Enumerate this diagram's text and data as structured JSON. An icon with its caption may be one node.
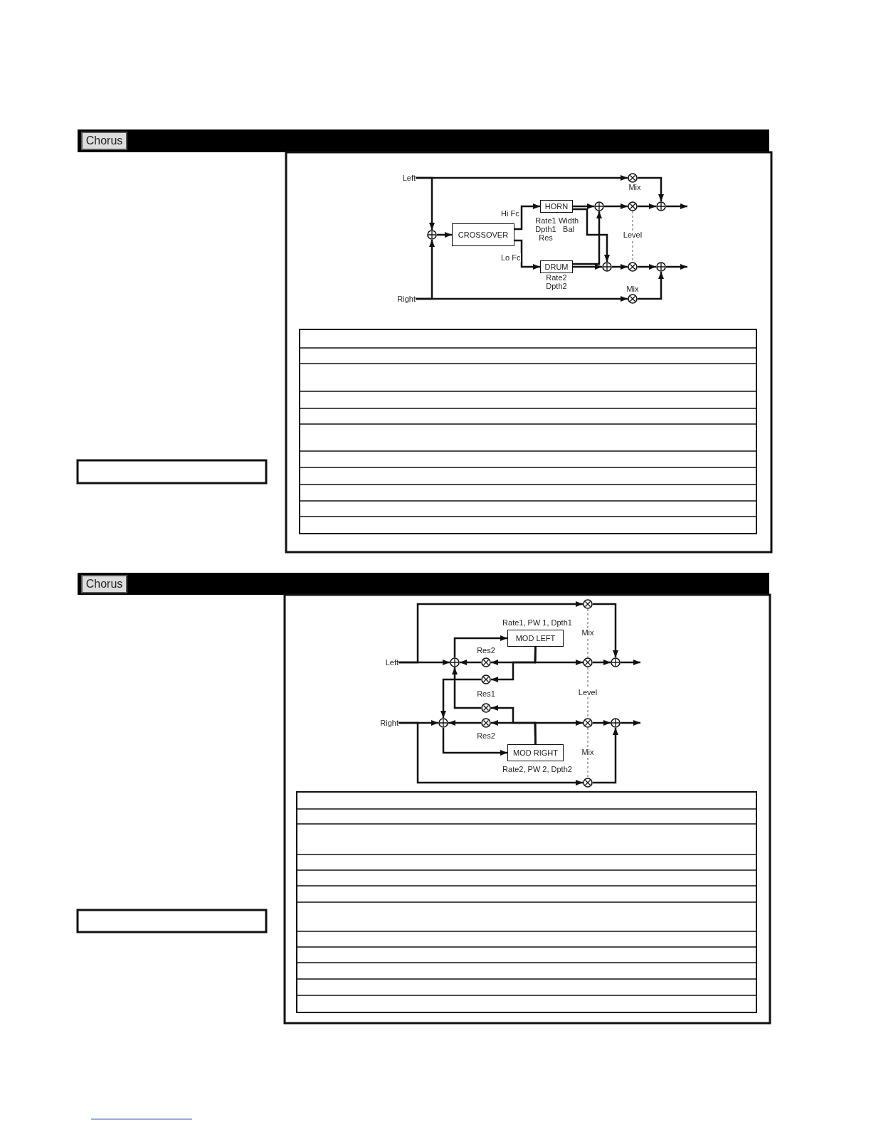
{
  "diagram": {
    "nodes": [
      {
        "text": [
          "Left"
        ]
      },
      {
        "text": [
          "Right"
        ]
      },
      {
        "text": [],
        "shape": "circle"
      },
      {
        "text": [
          "CROSSOVER"
        ]
      },
      {
        "text": [
          "HORN"
        ],
        "beside": [
          "Rate1 Dpth1 Res",
          "Width Bal"
        ]
      },
      {
        "text": [
          "DRUM"
        ],
        "beside": [
          "Rate2 Dpth2"
        ]
      },
      {
        "text": [],
        "shape": "circle"
      },
      {
        "text": [],
        "shape": "circle"
      },
      {
        "text": [],
        "shape": "circle"
      },
      {
        "text": [],
        "shape": "circle"
      },
      {
        "text": [],
        "shape": "circle"
      },
      {
        "text": [],
        "shape": "circle"
      },
      {
        "text": [],
        "shape": "circle"
      },
      {
        "text": [],
        "shape": "circle"
      },
      {
        "text": [
          "Left"
        ]
      },
      {
        "text": [
          "Right"
        ]
      },
      {
        "text": [],
        "shape": "circle"
      },
      {
        "text": [],
        "shape": "circle"
      },
      {
        "text": [
          "MOD LEFT"
        ],
        "beside": [
          "Rate1, PW 1, Dpth1"
        ]
      },
      {
        "text": [],
        "shape": "circle",
        "beside": [
          "Res2"
        ]
      },
      {
        "text": [],
        "shape": "circle"
      },
      {
        "text": [],
        "shape": "circle"
      },
      {
        "text": [],
        "shape": "circle"
      },
      {
        "text": [],
        "shape": "circle",
        "beside": [
          "Res2"
        ]
      },
      {
        "text": [
          "MOD RIGHT"
        ],
        "beside": [
          "Rate2, PW 2, Dpth2"
        ]
      },
      {
        "text": [],
        "shape": "circle"
      },
      {
        "text": [],
        "shape": "circle"
      },
      {
        "text": [],
        "shape": "circle"
      },
      {
        "text": [],
        "shape": "circle"
      },
      {
        "text": [],
        "shape": "circle"
      }
    ],
    "edges": [
      {
        "from": 0,
        "to": 6,
        "arrow": "to"
      },
      {
        "from": 0,
        "to": 2,
        "arrow": "to"
      },
      {
        "from": 1,
        "to": 13,
        "arrow": "to"
      },
      {
        "from": 1,
        "to": 2,
        "arrow": "to"
      },
      {
        "from": 2,
        "to": 3,
        "arrow": "to"
      },
      {
        "from": 3,
        "to": 4,
        "arrow": "to",
        "label": "Hi Fc"
      },
      {
        "from": 3,
        "to": 5,
        "arrow": "to",
        "label": "Lo Fc"
      },
      {
        "from": 4,
        "to": 7,
        "arrow": "to"
      },
      {
        "from": 4,
        "to": 10,
        "arrow": "to"
      },
      {
        "from": 5,
        "to": 10,
        "arrow": "to"
      },
      {
        "from": 5,
        "to": 7,
        "arrow": "to"
      },
      {
        "from": 7,
        "to": 8,
        "arrow": "to"
      },
      {
        "from": 8,
        "to": 9,
        "arrow": "to"
      },
      {
        "from": 6,
        "to": 9,
        "arrow": "to"
      },
      {
        "from": 9,
        "to": null,
        "arrow": "to"
      },
      {
        "from": 10,
        "to": 11,
        "arrow": "to"
      },
      {
        "from": 11,
        "to": 12,
        "arrow": "to"
      },
      {
        "from": 13,
        "to": 12,
        "arrow": "to"
      },
      {
        "from": 12,
        "to": null,
        "arrow": "to"
      },
      {
        "from": 8,
        "to": 11,
        "arrow": "none",
        "style": "dashed"
      },
      {
        "from": 14,
        "to": 17,
        "arrow": "to"
      },
      {
        "from": 14,
        "to": 16,
        "arrow": "to"
      },
      {
        "from": 16,
        "to": 27,
        "arrow": "to"
      },
      {
        "from": 17,
        "to": 18,
        "arrow": "to"
      },
      {
        "from": 18,
        "to": 25,
        "arrow": "to"
      },
      {
        "from": 18,
        "to": 19,
        "arrow": "to"
      },
      {
        "from": 18,
        "to": 20,
        "arrow": "to"
      },
      {
        "from": 19,
        "to": 17,
        "arrow": "to"
      },
      {
        "from": 20,
        "to": 22,
        "arrow": "to"
      },
      {
        "from": 25,
        "to": 27,
        "arrow": "to"
      },
      {
        "from": 27,
        "to": null,
        "arrow": "to"
      },
      {
        "from": 15,
        "to": 22,
        "arrow": "to"
      },
      {
        "from": 15,
        "to": 29,
        "arrow": "to"
      },
      {
        "from": 29,
        "to": 28,
        "arrow": "to"
      },
      {
        "from": 22,
        "to": 24,
        "arrow": "to"
      },
      {
        "from": 24,
        "to": 26,
        "arrow": "to"
      },
      {
        "from": 24,
        "to": 23,
        "arrow": "to"
      },
      {
        "from": 24,
        "to": 21,
        "arrow": "to"
      },
      {
        "from": 23,
        "to": 22,
        "arrow": "to"
      },
      {
        "from": 21,
        "to": 17,
        "arrow": "to"
      },
      {
        "from": 26,
        "to": 28,
        "arrow": "to"
      },
      {
        "from": 28,
        "to": null,
        "arrow": "to"
      },
      {
        "from": 16,
        "to": 25,
        "arrow": "none",
        "style": "dashed"
      },
      {
        "from": 25,
        "to": 26,
        "arrow": "none",
        "style": "dashed"
      },
      {
        "from": 26,
        "to": 29,
        "arrow": "none",
        "style": "dashed"
      }
    ],
    "labels": [
      "Chorus",
      "Mix",
      "Level",
      "Mix",
      "Chorus",
      "Mix",
      "Res1",
      "Level",
      "Mix"
    ]
  }
}
